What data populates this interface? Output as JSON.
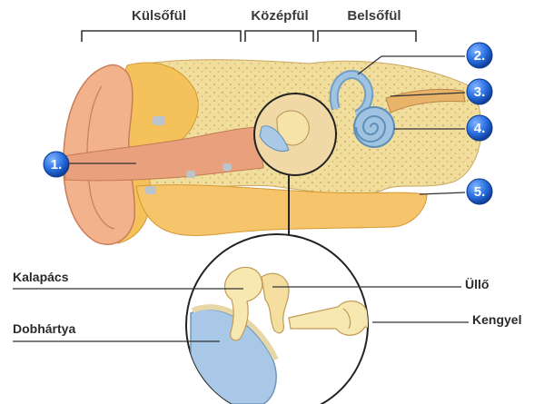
{
  "regions": {
    "outer_ear": "Külsőfül",
    "middle_ear": "Középfül",
    "inner_ear": "Belsőfül"
  },
  "markers": [
    "1.",
    "2.",
    "3.",
    "4.",
    "5."
  ],
  "detail_labels": {
    "hammer": "Kalapács",
    "eardrum": "Dobhártya",
    "anvil": "Üllő",
    "stirrup": "Kengyel"
  },
  "colors": {
    "bone": "#f3e0a0",
    "skin": "#f2b28c",
    "canal": "#e9a07c",
    "cartilage": "#f5c15a",
    "cochlea": "#9fc3e0",
    "marker_blue": "#1f6fd8"
  }
}
